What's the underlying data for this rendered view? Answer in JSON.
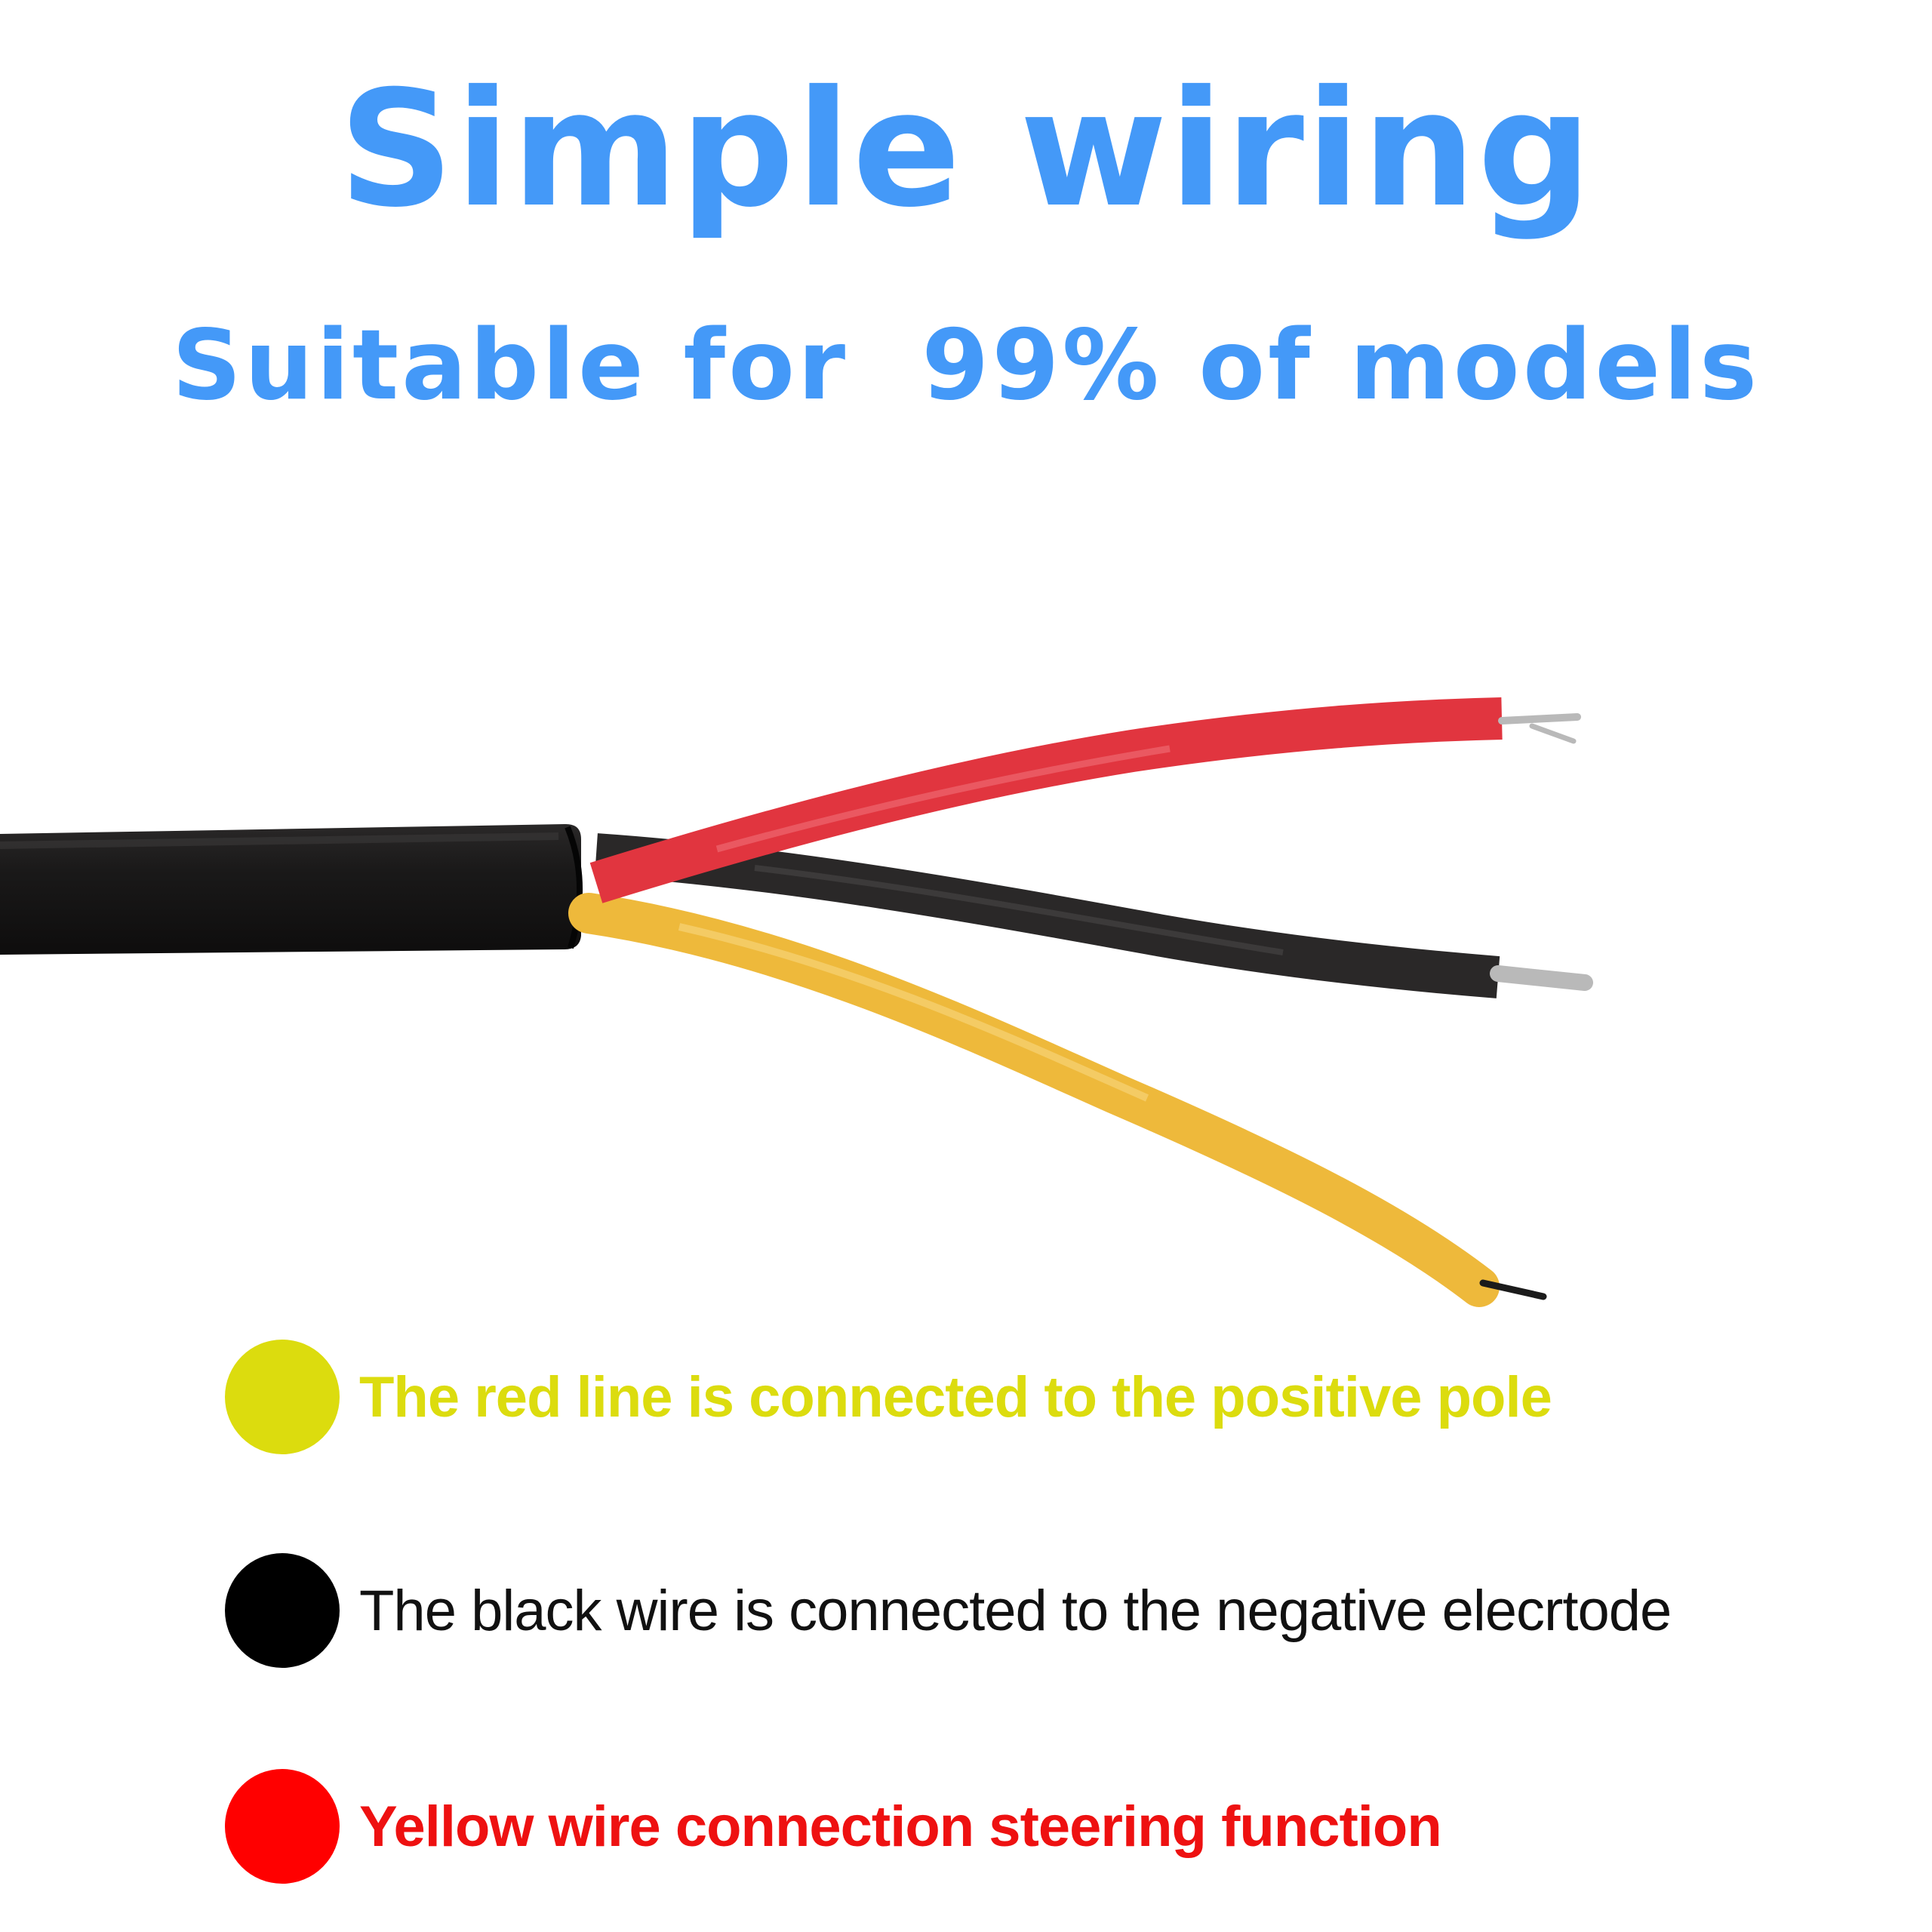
{
  "heading": {
    "title": "Simple wiring",
    "subtitle": "Suitable for  99% of models",
    "color": "#4499f8"
  },
  "cable": {
    "icon": "three-core-cable-illustration",
    "colors": {
      "jacket": "#171616",
      "red_wire": "#e1353f",
      "black_wire": "#2a2828",
      "yellow_wire": "#eeb93b",
      "copper": "#b9b9b9"
    }
  },
  "legend": [
    {
      "dot_color": "#dcdc0e",
      "text": "The red line is connected to the positive pole",
      "text_color": "#dcdc0e"
    },
    {
      "dot_color": "#000000",
      "text": "The black wire is connected to the negative elecrtode",
      "text_color": "#111111"
    },
    {
      "dot_color": "#ff0000",
      "text": "Yellow wire connection steering function",
      "text_color": "#ee1111"
    }
  ]
}
